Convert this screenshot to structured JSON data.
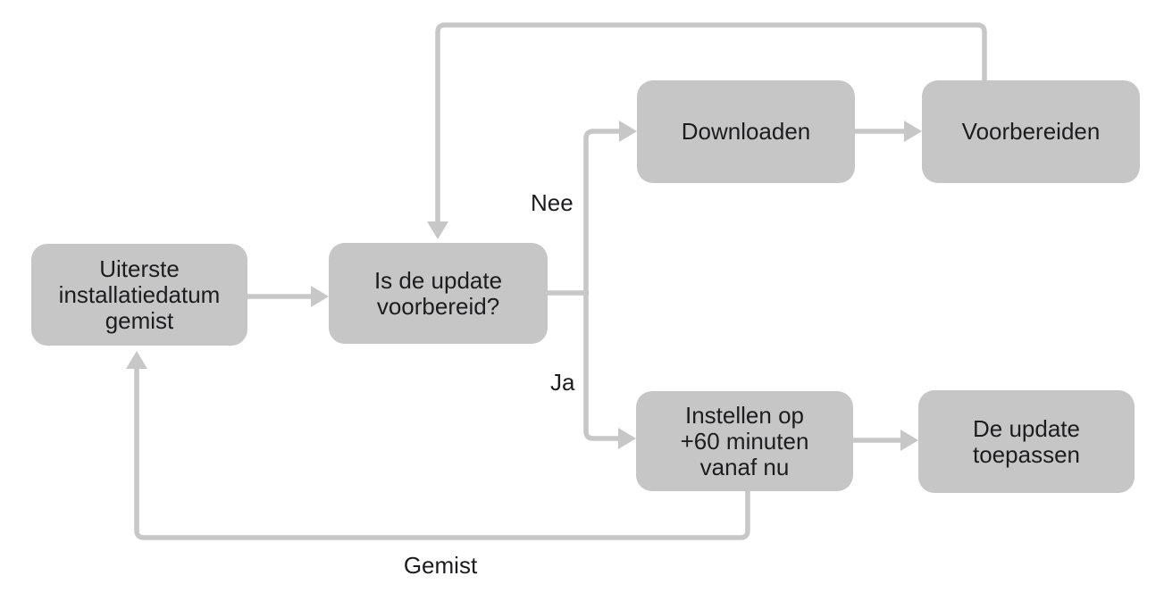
{
  "diagram": {
    "nodes": [
      {
        "id": "deadline-missed",
        "text": "Uiterste\ninstallatiedatum\ngemist"
      },
      {
        "id": "is-update-prepared",
        "text": "Is de update\nvoorbereid?"
      },
      {
        "id": "download",
        "text": "Downloaden"
      },
      {
        "id": "prepare",
        "text": "Voorbereiden"
      },
      {
        "id": "set-60-minutes",
        "text": "Instellen op\n+60 minuten\nvanaf nu"
      },
      {
        "id": "apply-update",
        "text": "De update\ntoepassen"
      }
    ],
    "edge_labels": {
      "nee": "Nee",
      "ja": "Ja",
      "gemist": "Gemist"
    },
    "colors": {
      "node_fill": "#c6c6c6",
      "connector": "#c7c7c7",
      "text": "#1d1d1f",
      "background": "#ffffff"
    }
  }
}
